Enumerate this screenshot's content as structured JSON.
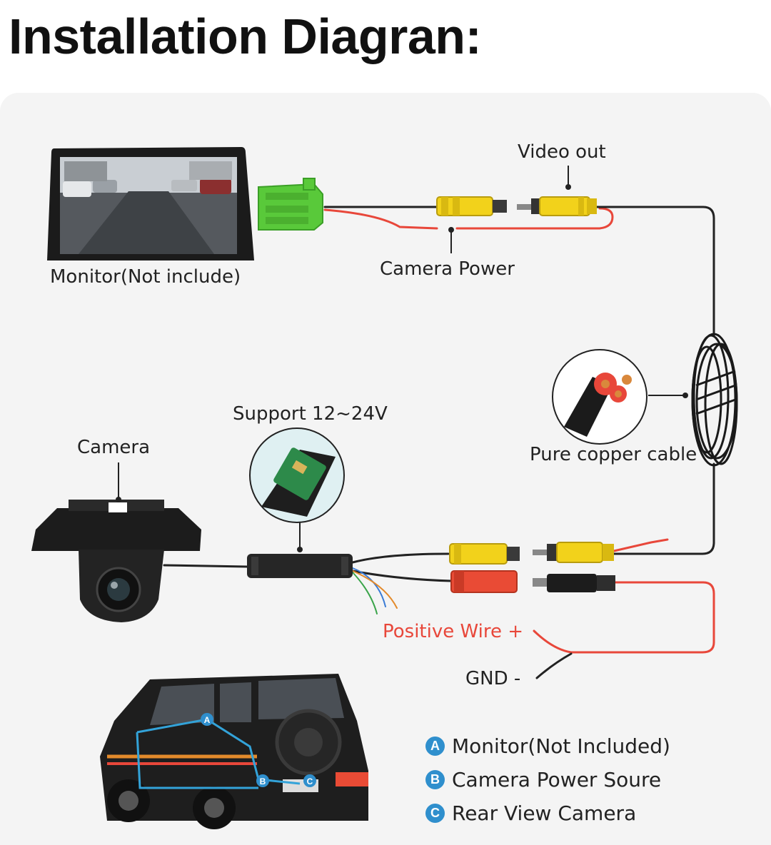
{
  "title": "Installation Diagran:",
  "labels": {
    "video_out": "Video out",
    "monitor": "Monitor(Not include)",
    "camera_power": "Camera Power",
    "support": "Support 12~24V",
    "camera": "Camera",
    "pure_copper": "Pure copper cable",
    "positive_wire": "Positive Wire +",
    "gnd": "GND -"
  },
  "legend": [
    {
      "badge": "A",
      "text": "Monitor(Not Included)"
    },
    {
      "badge": "B",
      "text": "Camera Power Soure"
    },
    {
      "badge": "C",
      "text": "Rear View Camera"
    }
  ],
  "colors": {
    "rca_yellow": "#f2d21b",
    "rca_red": "#e94b35",
    "wire_red": "#e8473a",
    "connector_green": "#59c93a",
    "badge_blue": "#2f8fcd"
  }
}
